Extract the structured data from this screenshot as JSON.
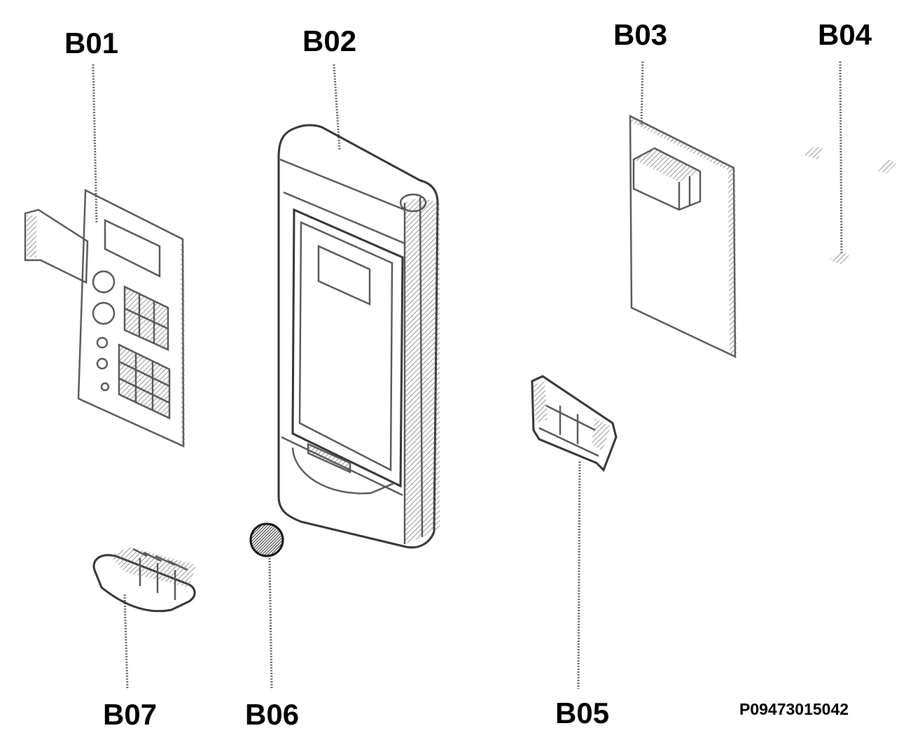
{
  "labels": {
    "b01": "B01",
    "b02": "B02",
    "b03": "B03",
    "b04": "B04",
    "b05": "B05",
    "b06": "B06",
    "b07": "B07"
  },
  "doc_id": "P09473015042",
  "colors": {
    "line": "#555555",
    "text": "#000000",
    "background": "#ffffff"
  }
}
